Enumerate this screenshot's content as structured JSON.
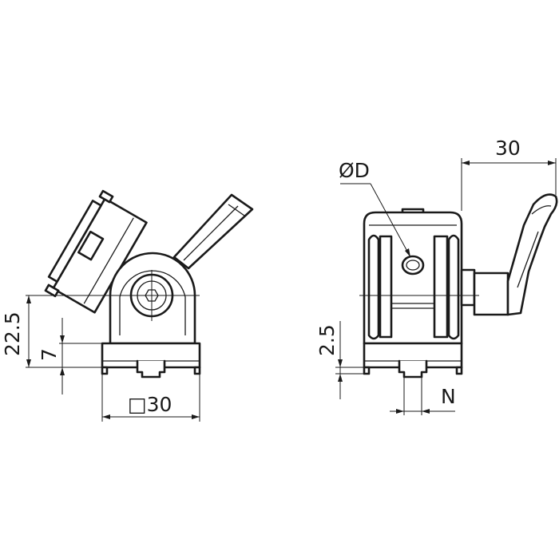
{
  "dimensions": {
    "height_total": "22.5",
    "height_base": "7",
    "square_size": "□30",
    "width_top": "30",
    "diameter": "ØD",
    "thickness": "2.5",
    "slot": "N"
  },
  "colors": {
    "line": "#1a1a1a",
    "background": "#ffffff"
  }
}
